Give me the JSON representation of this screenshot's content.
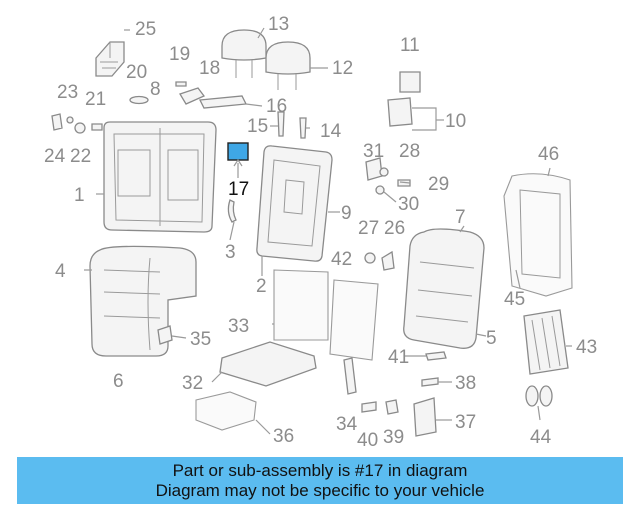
{
  "diagram": {
    "highlight_color": "#3fa7e6",
    "highlighted_part": "17",
    "callouts": {
      "c1": "1",
      "c2": "2",
      "c3": "3",
      "c4": "4",
      "c5": "5",
      "c6": "6",
      "c7": "7",
      "c8": "8",
      "c9": "9",
      "c10": "10",
      "c11": "11",
      "c12": "12",
      "c13": "13",
      "c14": "14",
      "c15": "15",
      "c16": "16",
      "c17": "17",
      "c18": "18",
      "c19": "19",
      "c20": "20",
      "c21": "21",
      "c22": "22",
      "c23": "23",
      "c24": "24",
      "c25": "25",
      "c26": "26",
      "c27": "27",
      "c28": "28",
      "c29": "29",
      "c30": "30",
      "c31": "31",
      "c32": "32",
      "c33": "33",
      "c34": "34",
      "c35": "35",
      "c36": "36",
      "c37": "37",
      "c38": "38",
      "c39": "39",
      "c40": "40",
      "c41": "41",
      "c42": "42",
      "c43": "43",
      "c44": "44",
      "c45": "45",
      "c46": "46"
    }
  },
  "banner": {
    "line1": "Part or sub-assembly is #17 in diagram",
    "line2": "Diagram may not be specific to your vehicle",
    "background": "#5bbcf0"
  }
}
